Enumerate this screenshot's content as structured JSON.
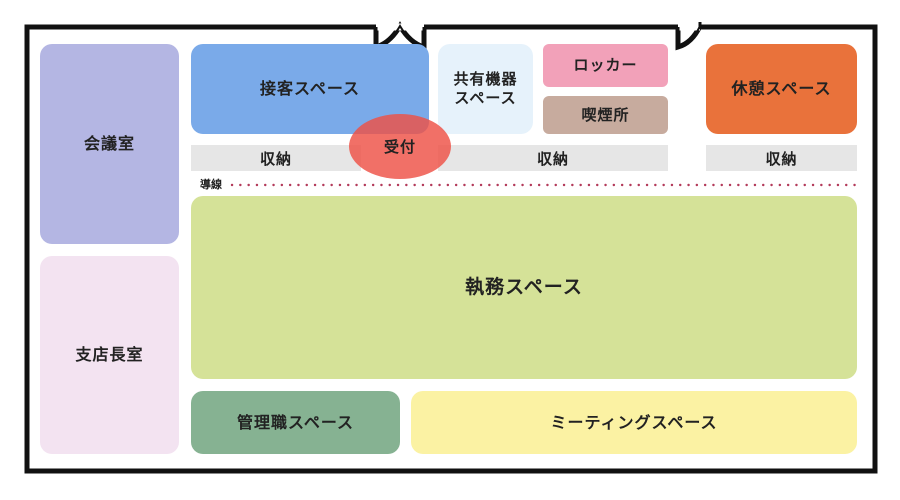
{
  "rooms": {
    "conference": "会議室",
    "branch_manager": "支店長室",
    "reception_space": "接客スペース",
    "shared_equipment_line1": "共有機器",
    "shared_equipment_line2": "スペース",
    "locker": "ロッカー",
    "smoking": "喫煙所",
    "rest_space": "休憩スペース",
    "work_space": "執務スペース",
    "management_space": "管理職スペース",
    "meeting_space": "ミーティングスペース"
  },
  "storage": {
    "left": "収納",
    "middle": "収納",
    "right": "収納"
  },
  "reception_desk": "受付",
  "flow_line_label": "導線",
  "colors": {
    "wall": "#111111",
    "conference": "#b4b6e3",
    "branch_manager": "#f3e3f1",
    "reception_space": "#7aaae9",
    "shared_equipment": "#e6f2fb",
    "locker": "#f2a1b9",
    "smoking": "#c7ab9e",
    "rest_space": "#e9723b",
    "work_space": "#d5e298",
    "management_space": "#86b292",
    "meeting_space": "#fbf2a3",
    "storage": "#e6e6e6",
    "reception_desk": "#ee5046",
    "flow_line": "#b33a5a"
  }
}
